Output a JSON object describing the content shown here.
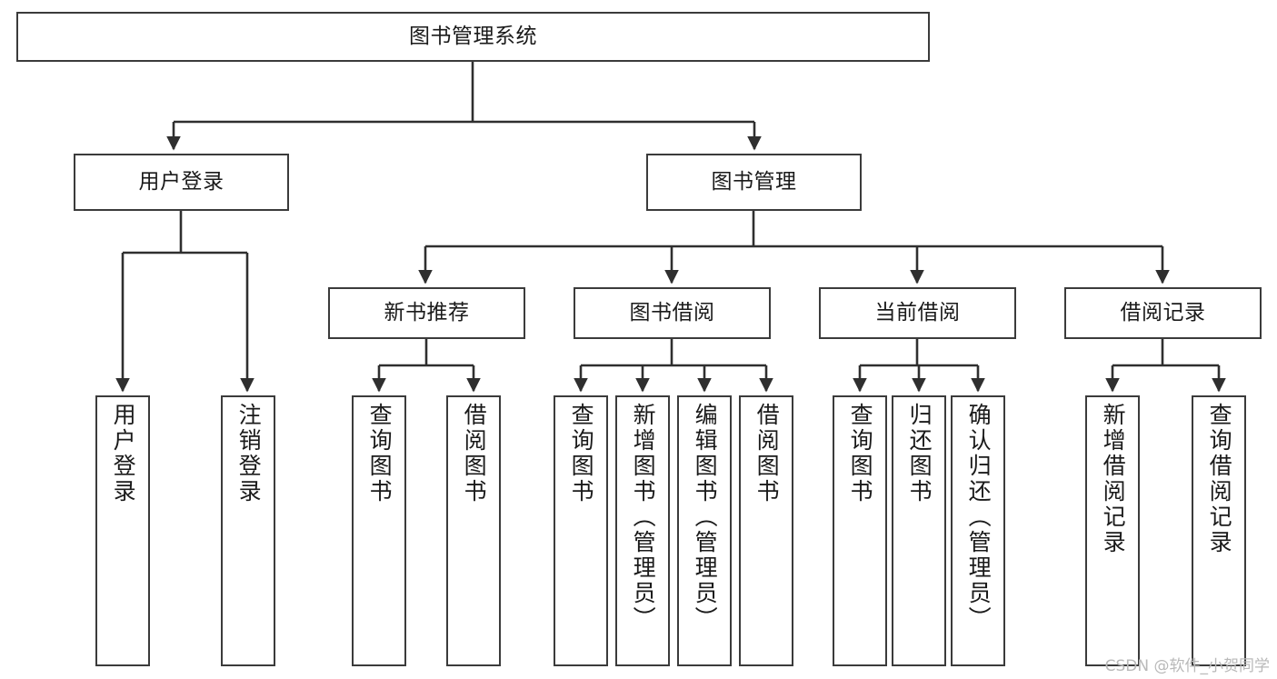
{
  "diagram": {
    "type": "tree-hierarchy-diagram",
    "title": "图书管理系统",
    "orientation": "top-down",
    "style": {
      "box_border_color": "#3b3b3b",
      "box_fill_color": "#ffffff",
      "connector_color": "#2f2f2f",
      "text_color": "#1a1a1a",
      "background_color": "#ffffff",
      "watermark_color": "#b9b9b9"
    },
    "nodes": {
      "root": {
        "label": "图书管理系统"
      },
      "level2": [
        {
          "id": "user-login",
          "label": "用户登录"
        },
        {
          "id": "book-management",
          "label": "图书管理"
        }
      ],
      "level3": [
        {
          "id": "new-book-recommend",
          "label": "新书推荐"
        },
        {
          "id": "book-borrow",
          "label": "图书借阅"
        },
        {
          "id": "current-borrow",
          "label": "当前借阅"
        },
        {
          "id": "borrow-record",
          "label": "借阅记录"
        }
      ],
      "level4": {
        "user-login": [
          {
            "id": "leaf-user-login",
            "label": "用户登录"
          },
          {
            "id": "leaf-logout-login",
            "label": "注销登录"
          }
        ],
        "new-book-recommend": [
          {
            "id": "leaf-query-book-1",
            "label": "查询图书"
          },
          {
            "id": "leaf-borrow-book-1",
            "label": "借阅图书"
          }
        ],
        "book-borrow": [
          {
            "id": "leaf-query-book-2",
            "label": "查询图书"
          },
          {
            "id": "leaf-add-book",
            "label": "新增图书（管理员）"
          },
          {
            "id": "leaf-edit-book",
            "label": "编辑图书（管理员）"
          },
          {
            "id": "leaf-borrow-book-2",
            "label": "借阅图书"
          }
        ],
        "current-borrow": [
          {
            "id": "leaf-query-book-3",
            "label": "查询图书"
          },
          {
            "id": "leaf-return-book",
            "label": "归还图书"
          },
          {
            "id": "leaf-confirm-return",
            "label": "确认归还（管理员）"
          }
        ],
        "borrow-record": [
          {
            "id": "leaf-add-record",
            "label": "新增借阅记录"
          },
          {
            "id": "leaf-query-record",
            "label": "查询借阅记录"
          }
        ]
      }
    },
    "watermark": "CSDN @软件_小贺同学"
  }
}
